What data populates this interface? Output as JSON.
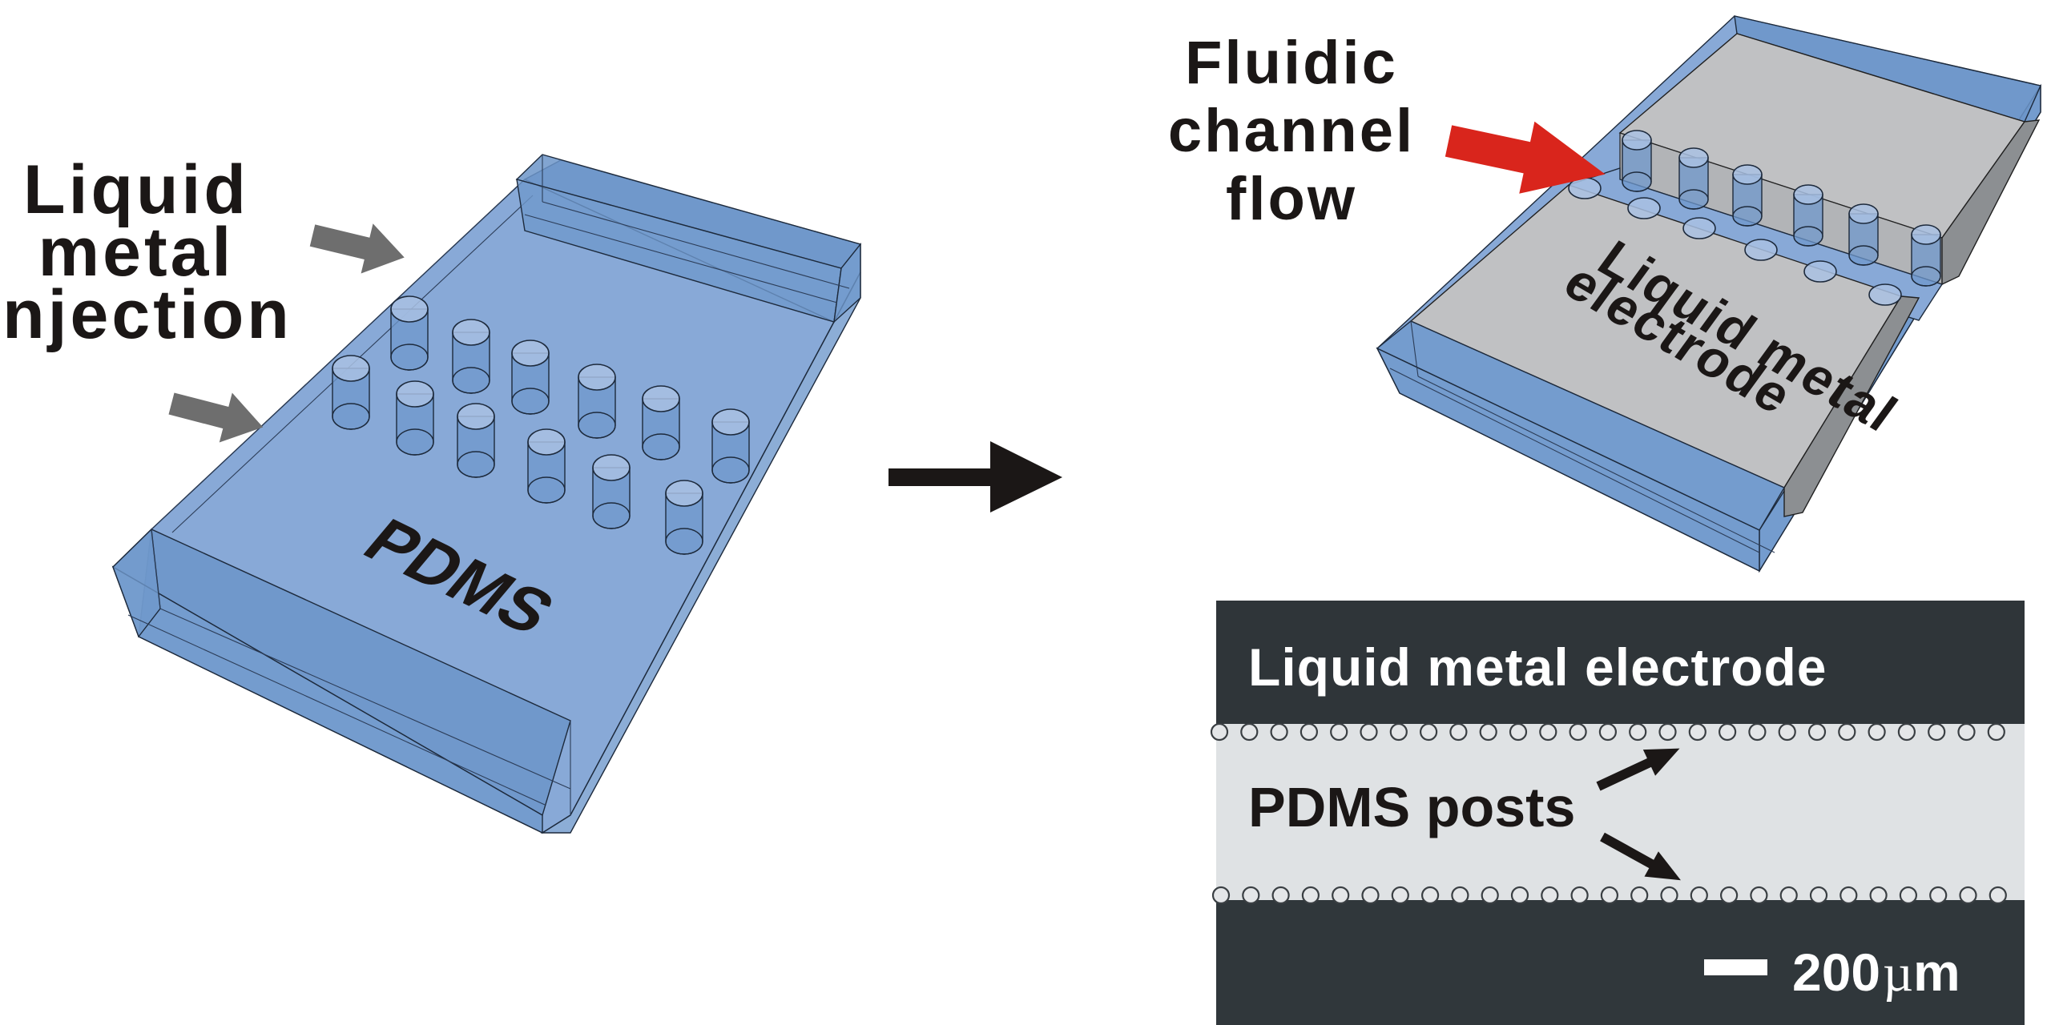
{
  "figure": {
    "left_panel": {
      "injection_label_lines": [
        "Liquid",
        "metal",
        "injection"
      ],
      "substrate_label": "PDMS",
      "post_count": 12,
      "injection_arrow_count": 2,
      "injection_arrow_color": "#6e6e6e"
    },
    "transition_arrow": {
      "icon": "right-arrow-icon",
      "color": "#1b1716"
    },
    "right_panel": {
      "flow_label_lines": [
        "Fluidic",
        "channel",
        "flow"
      ],
      "flow_arrow_color": "#d9251c",
      "electrode_label_lines": [
        "Liquid metal",
        "electrode"
      ],
      "posts_per_side": 6
    },
    "micrograph": {
      "electrode_label": "Liquid metal electrode",
      "posts_label": "PDMS posts",
      "scale_value": "200",
      "scale_unit": "µm",
      "posts_per_row": 27,
      "colors": {
        "electrode": "#2f3539",
        "channel": "#dfe2e4",
        "text_on_dark": "#ffffff",
        "text_on_light": "#1b1716"
      }
    },
    "colors": {
      "pdms": "#6c95c9",
      "pdms_floor": "#88a9d7",
      "liquid_metal": "#c0c1c3",
      "background": "#ffffff"
    }
  }
}
